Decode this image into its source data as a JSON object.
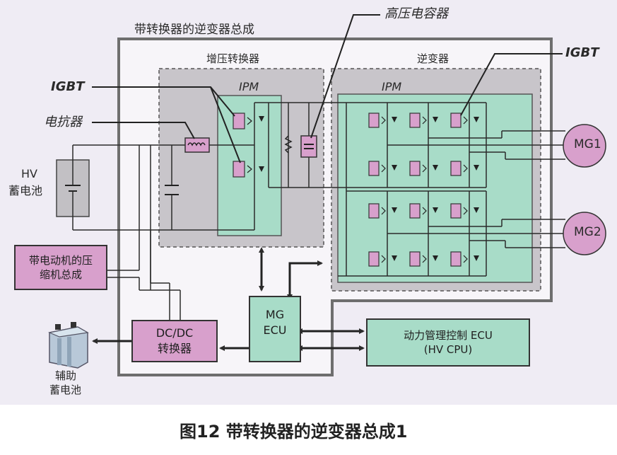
{
  "diagram": {
    "frame_title": "带转换器的逆变器总成",
    "boost_title": "增压转换器",
    "inverter_title": "逆变器",
    "ipm_left": "IPM",
    "ipm_right": "IPM",
    "igbt_left": "IGBT",
    "igbt_right": "IGBT",
    "reactor": "电抗器",
    "hv_capacitor": "高压电容器",
    "hv_battery_line1": "HV",
    "hv_battery_line2": "蓄电池",
    "compressor_line1": "带电动机的压",
    "compressor_line2": "缩机总成",
    "aux_battery_line1": "辅助",
    "aux_battery_line2": "蓄电池",
    "dcdc_line1": "DC/DC",
    "dcdc_line2": "转换器",
    "mg_ecu_line1": "MG",
    "mg_ecu_line2": "ECU",
    "power_ecu_line1": "动力管理控制 ECU",
    "power_ecu_line2": "(HV CPU)",
    "mg1": "MG1",
    "mg2": "MG2",
    "caption": "图12 带转换器的逆变器总成1"
  },
  "colors": {
    "background": "#f0edf5",
    "frame_fill": "#f6f4f8",
    "dashed_area": "#c9c6cc",
    "ipm_fill": "#a8dcc8",
    "module_fill": "#d8a0cc",
    "ecu_fill": "#a8dcc8",
    "line": "#2b2b2b"
  }
}
